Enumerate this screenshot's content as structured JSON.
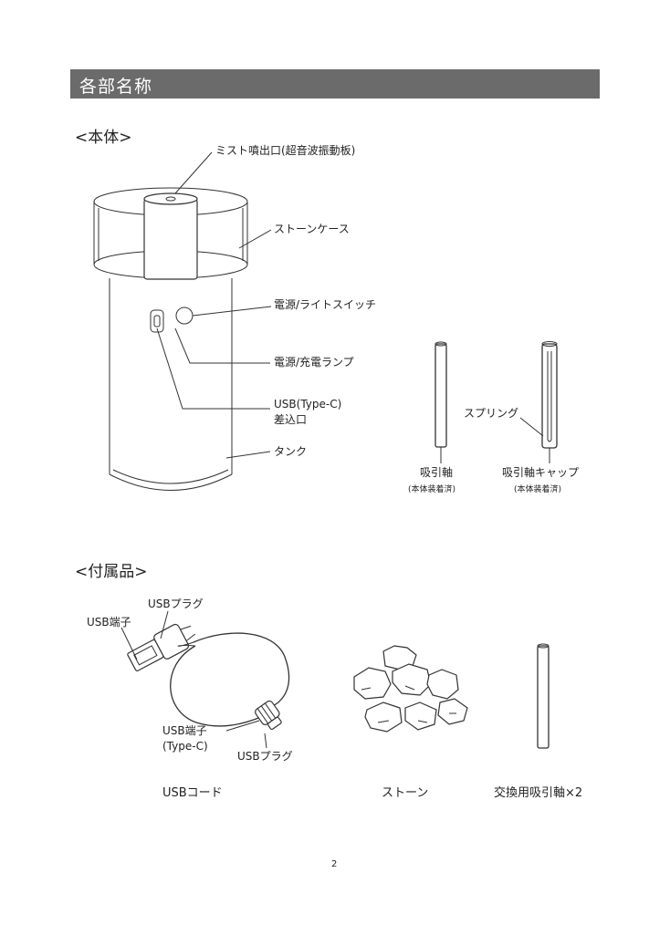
{
  "header": {
    "title": "各部名称"
  },
  "body_section": {
    "title": "<本体>",
    "labels": {
      "mist_outlet": "ミスト噴出口(超音波振動板)",
      "stone_case": "ストーンケース",
      "power_light_switch": "電源/ライトスイッチ",
      "power_charge_lamp": "電源/充電ランプ",
      "usb_port_line1": "USB(Type-C)",
      "usb_port_line2": "差込口",
      "tank": "タンク",
      "wick": "吸引軸",
      "wick_note": "(本体装着済)",
      "spring": "スプリング",
      "wick_cap": "吸引軸キャップ",
      "wick_cap_note": "(本体装着済)"
    }
  },
  "accessories_section": {
    "title": "<付属品>",
    "labels": {
      "usb_plug_top": "USBプラグ",
      "usb_terminal": "USB端子",
      "usb_terminal_typec_line1": "USB端子",
      "usb_terminal_typec_line2": "(Type-C)",
      "usb_plug_bottom": "USBプラグ"
    },
    "captions": {
      "usb_cord": "USBコード",
      "stone": "ストーン",
      "replacement_wick": "交換用吸引軸×2"
    }
  },
  "page_number": "2"
}
